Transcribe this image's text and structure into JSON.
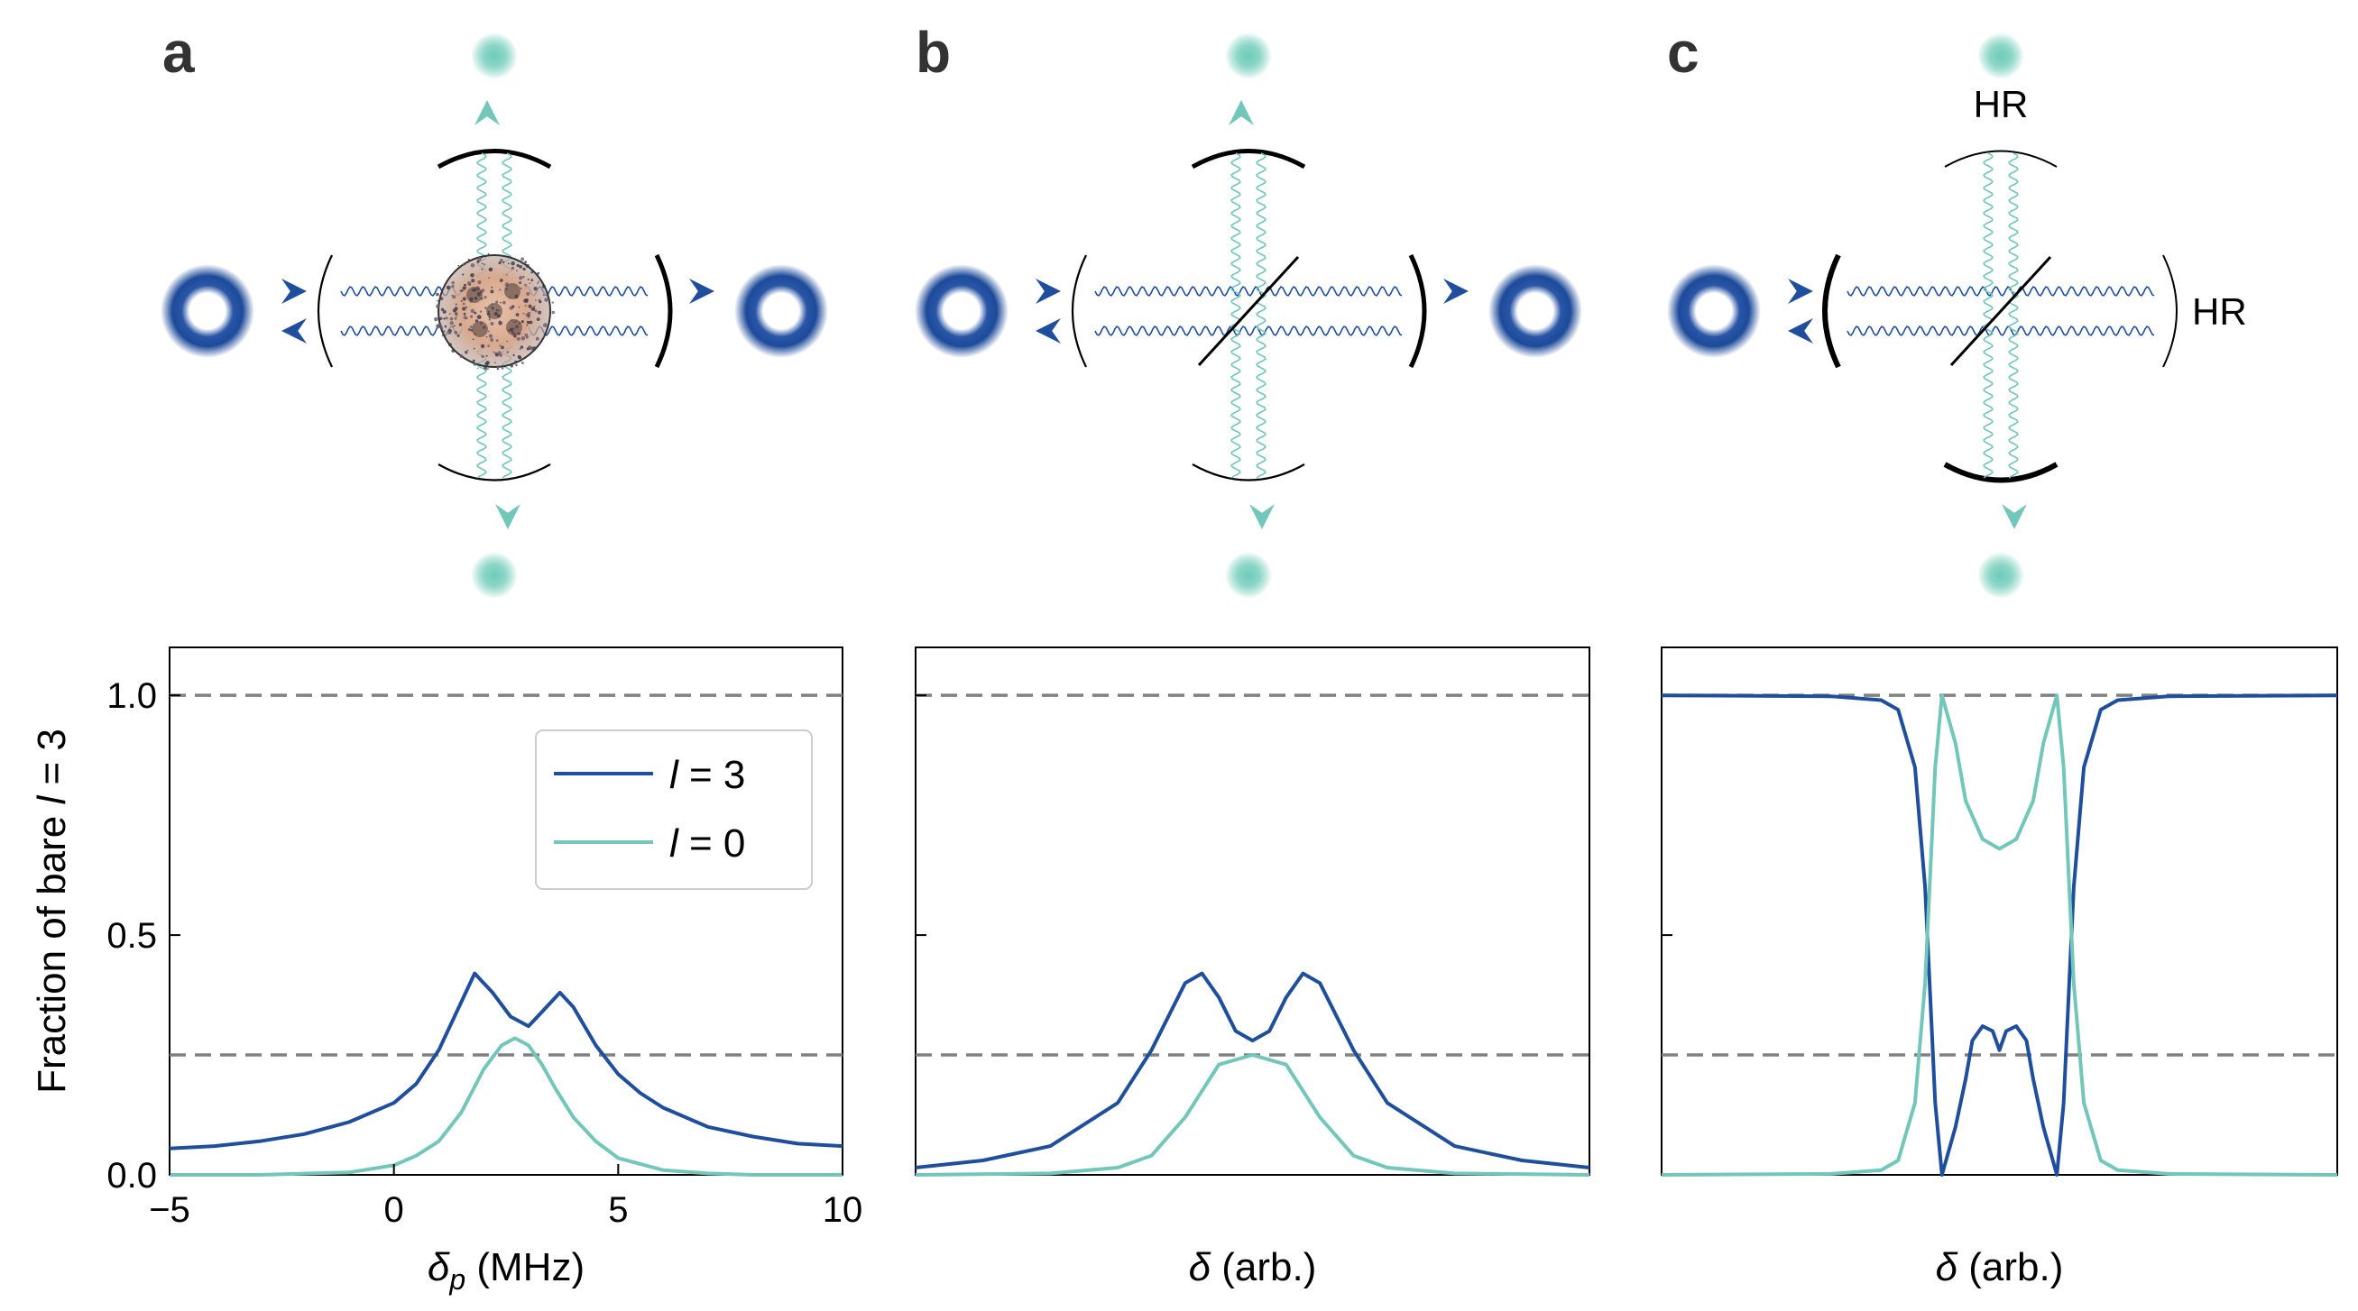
{
  "figure": {
    "panels": [
      {
        "letter": "a",
        "hr_top_label": "",
        "hr_right_label": ""
      },
      {
        "letter": "b",
        "hr_top_label": "",
        "hr_right_label": ""
      },
      {
        "letter": "c",
        "hr_top_label": "HR",
        "hr_right_label": "HR"
      }
    ]
  },
  "colors": {
    "l3": "#1f4e9c",
    "l0": "#72c7ba",
    "dashed": "#808080",
    "spot_l0": "#6fcbb9",
    "ring_l3": "#1d4a9a"
  },
  "chart_data": [
    {
      "type": "line",
      "panel": "a",
      "xlabel": "δp (MHz)",
      "xlabel_main": "δ",
      "xlabel_sub": "p",
      "xlabel_rest": " (MHz)",
      "ylabel": "Fraction of bare l = 3",
      "ylabel_prefix": "Fraction of bare ",
      "ylabel_var": "l",
      "ylabel_suffix": " = 3",
      "xlim": [
        -5,
        10
      ],
      "ylim": [
        0,
        1.1
      ],
      "xticks": [
        -5,
        0,
        5,
        10
      ],
      "xtick_labels": [
        "−5",
        "0",
        "5",
        "10"
      ],
      "yticks": [
        0.0,
        0.5,
        1.0
      ],
      "ytick_labels": [
        "0.0",
        "0.5",
        "1.0"
      ],
      "hlines": [
        1.0,
        0.25
      ],
      "legend": {
        "position": "upper-right",
        "entries": [
          {
            "var": "l",
            "rest": " = 3",
            "series": "l3"
          },
          {
            "var": "l",
            "rest": " = 0",
            "series": "l0"
          }
        ]
      },
      "series": [
        {
          "name": "l = 3",
          "key": "l3",
          "x": [
            -5,
            -4,
            -3,
            -2,
            -1,
            0,
            0.5,
            1,
            1.5,
            1.8,
            2.2,
            2.6,
            3.0,
            3.3,
            3.7,
            4.0,
            4.5,
            5,
            5.5,
            6,
            7,
            8,
            9,
            10
          ],
          "y": [
            0.055,
            0.06,
            0.07,
            0.085,
            0.11,
            0.15,
            0.19,
            0.26,
            0.36,
            0.42,
            0.38,
            0.33,
            0.31,
            0.34,
            0.38,
            0.35,
            0.27,
            0.21,
            0.17,
            0.14,
            0.1,
            0.08,
            0.065,
            0.06
          ]
        },
        {
          "name": "l = 0",
          "key": "l0",
          "x": [
            -5,
            -3,
            -1,
            0,
            0.5,
            1,
            1.5,
            2,
            2.4,
            2.7,
            3.0,
            3.3,
            3.6,
            4,
            4.5,
            5,
            6,
            7,
            8,
            10
          ],
          "y": [
            0.0,
            0.0,
            0.005,
            0.02,
            0.04,
            0.07,
            0.13,
            0.22,
            0.27,
            0.285,
            0.27,
            0.23,
            0.18,
            0.12,
            0.07,
            0.035,
            0.01,
            0.003,
            0.0,
            0.0
          ]
        }
      ]
    },
    {
      "type": "line",
      "panel": "b",
      "xlabel": "δ (arb.)",
      "xlabel_main": "δ",
      "xlabel_rest": " (arb.)",
      "xlim": [
        -1,
        1
      ],
      "ylim": [
        0,
        1.1
      ],
      "hlines": [
        1.0,
        0.25
      ],
      "series": [
        {
          "name": "l = 3",
          "key": "l3",
          "x": [
            -1,
            -0.8,
            -0.6,
            -0.4,
            -0.3,
            -0.2,
            -0.15,
            -0.1,
            -0.05,
            0,
            0.05,
            0.1,
            0.15,
            0.2,
            0.3,
            0.4,
            0.6,
            0.8,
            1
          ],
          "y": [
            0.015,
            0.03,
            0.06,
            0.15,
            0.26,
            0.4,
            0.42,
            0.37,
            0.3,
            0.28,
            0.3,
            0.37,
            0.42,
            0.4,
            0.26,
            0.15,
            0.06,
            0.03,
            0.015
          ]
        },
        {
          "name": "l = 0",
          "key": "l0",
          "x": [
            -1,
            -0.6,
            -0.4,
            -0.3,
            -0.2,
            -0.1,
            0,
            0.1,
            0.2,
            0.3,
            0.4,
            0.6,
            1
          ],
          "y": [
            0,
            0.003,
            0.015,
            0.04,
            0.12,
            0.23,
            0.25,
            0.23,
            0.12,
            0.04,
            0.015,
            0.003,
            0
          ]
        }
      ]
    },
    {
      "type": "line",
      "panel": "c",
      "xlabel": "δ (arb.)",
      "xlabel_main": "δ",
      "xlabel_rest": " (arb.)",
      "xlim": [
        -1,
        1
      ],
      "ylim": [
        0,
        1.1
      ],
      "hlines": [
        1.0,
        0.25
      ],
      "series": [
        {
          "name": "l = 3",
          "key": "l3",
          "x": [
            -1,
            -0.5,
            -0.35,
            -0.3,
            -0.25,
            -0.22,
            -0.2,
            -0.19,
            -0.17,
            -0.13,
            -0.1,
            -0.08,
            -0.05,
            -0.02,
            0,
            0.02,
            0.05,
            0.08,
            0.1,
            0.13,
            0.17,
            0.19,
            0.2,
            0.22,
            0.25,
            0.3,
            0.35,
            0.5,
            1
          ],
          "y": [
            1.0,
            0.998,
            0.99,
            0.97,
            0.85,
            0.6,
            0.3,
            0.15,
            0.0,
            0.1,
            0.2,
            0.28,
            0.31,
            0.3,
            0.26,
            0.3,
            0.31,
            0.28,
            0.2,
            0.1,
            0.0,
            0.15,
            0.3,
            0.6,
            0.85,
            0.97,
            0.99,
            0.998,
            1.0
          ]
        },
        {
          "name": "l = 0",
          "key": "l0",
          "x": [
            -1,
            -0.5,
            -0.35,
            -0.3,
            -0.25,
            -0.22,
            -0.2,
            -0.19,
            -0.17,
            -0.13,
            -0.1,
            -0.05,
            0,
            0.05,
            0.1,
            0.13,
            0.17,
            0.19,
            0.2,
            0.22,
            0.25,
            0.3,
            0.35,
            0.5,
            1
          ],
          "y": [
            0.0,
            0.002,
            0.01,
            0.03,
            0.15,
            0.4,
            0.7,
            0.85,
            1.0,
            0.9,
            0.78,
            0.7,
            0.68,
            0.7,
            0.78,
            0.9,
            1.0,
            0.85,
            0.7,
            0.4,
            0.15,
            0.03,
            0.01,
            0.002,
            0.0
          ]
        }
      ]
    }
  ]
}
